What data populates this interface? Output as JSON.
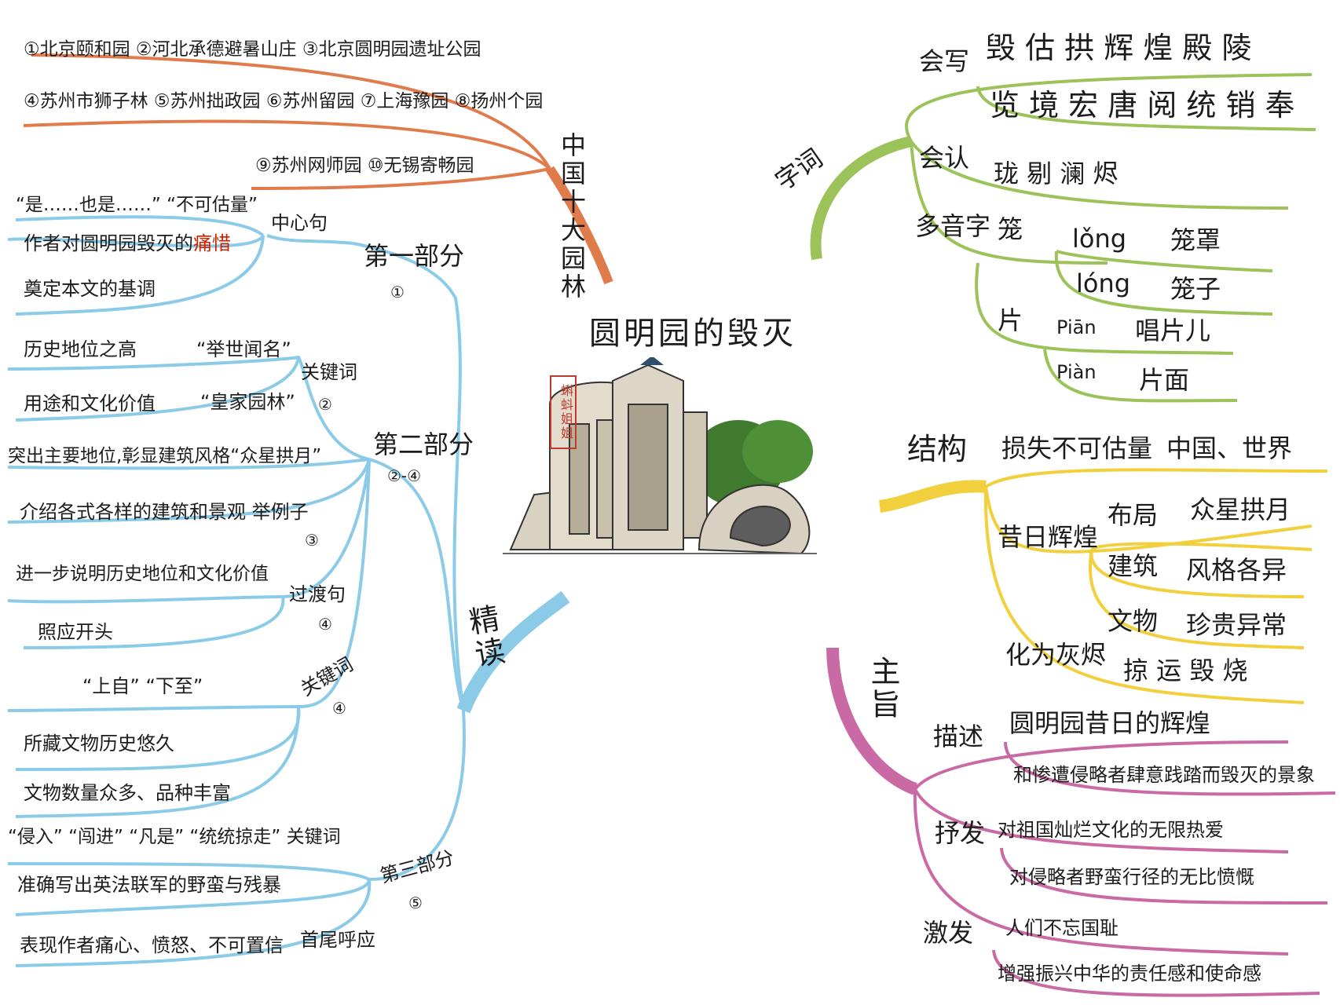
{
  "title": "圆明园的毁灭",
  "stamp": "蝌蚪姐姐",
  "gardens": {
    "label": "中国十大园林",
    "row1": "①北京颐和园 ②河北承德避暑山庄 ③北京圆明园遗址公园",
    "row2": "④苏州市狮子林 ⑤苏州拙政园 ⑥苏州留园 ⑦上海豫园 ⑧扬州个园",
    "row3": "⑨苏州网师园 ⑩无锡寄畅园"
  },
  "words": {
    "label": "字词",
    "write_label": "会写",
    "write1": "毁 估 拱 辉 煌 殿 陵",
    "write2": "览 境 宏 唐 阅 统 销 奉",
    "recognize_label": "会认",
    "recognize": "珑 剔 澜 烬",
    "poly_label": "多音字",
    "long_char": "笼",
    "long1_pinyin": "lǒng",
    "long1_word": "笼罩",
    "long2_pinyin": "lóng",
    "long2_word": "笼子",
    "pian_char": "片",
    "pian1_pinyin": "Piān",
    "pian1_word": "唱片儿",
    "pian2_pinyin": "Piàn",
    "pian2_word": "片面"
  },
  "structure": {
    "label": "结构",
    "loss": "损失不可估量",
    "loss_scope": "中国、世界",
    "past_label": "昔日辉煌",
    "layout": "布局",
    "layout_desc": "众星拱月",
    "architecture": "建筑",
    "architecture_desc": "风格各异",
    "relics": "文物",
    "relics_desc": "珍贵异常",
    "ashes": "化为灰烬",
    "ashes_desc": "掠 运 毁 烧"
  },
  "theme": {
    "label": "主旨",
    "describe_label": "描述",
    "describe1": "圆明园昔日的辉煌",
    "describe2": "和惨遭侵略者肆意践踏而毁灭的景象",
    "express_label": "抒发",
    "express1": "对祖国灿烂文化的无限热爱",
    "express2": "对侵略者野蛮行径的无比愤慨",
    "inspire_label": "激发",
    "inspire1": "人们不忘国耻",
    "inspire2": "增强振兴中华的责任感和使命感"
  },
  "reading": {
    "label": "精读",
    "part1": {
      "label": "第一部分",
      "num": "①",
      "center_label": "中心句",
      "quote": "“是……也是……” “不可估量”",
      "pain_prefix": "作者对圆明园毁灭的",
      "pain_word": "痛惜",
      "tone": "奠定本文的基调"
    },
    "part2": {
      "label": "第二部分",
      "num": "②-④",
      "keyword_label": "关键词",
      "keyword_num": "②",
      "status": "历史地位之高",
      "status_kw": "“举世闻名”",
      "use": "用途和文化价值",
      "use_kw": "“皇家园林”",
      "prominent": "突出主要地位,彰显建筑风格“众星拱月”",
      "intro": "介绍各式各样的建筑和景观 举例子",
      "intro_num": "③",
      "further": "进一步说明历史地位和文化价值",
      "transition_label": "过渡句",
      "transition_num": "④",
      "echo": "照应开头",
      "keyword2_label": "关键词",
      "keyword2_num": "④",
      "shangzi": "“上自” “下至”",
      "old": "所藏文物历史悠久",
      "many": "文物数量众多、品种丰富"
    },
    "part3": {
      "label": "第三部分",
      "num": "⑤",
      "keywords": "“侵入” “闯进” “凡是” “统统掠走” 关键词",
      "accurate": "准确写出英法联军的野蛮与残暴",
      "feeling": "表现作者痛心、愤怒、不可置信",
      "echo_label": "首尾呼应"
    }
  },
  "colors": {
    "orange": "#e07b4c",
    "green": "#9cc25a",
    "yellow": "#f2cf3c",
    "pink": "#c96aa4",
    "blue": "#8ccbe8"
  }
}
